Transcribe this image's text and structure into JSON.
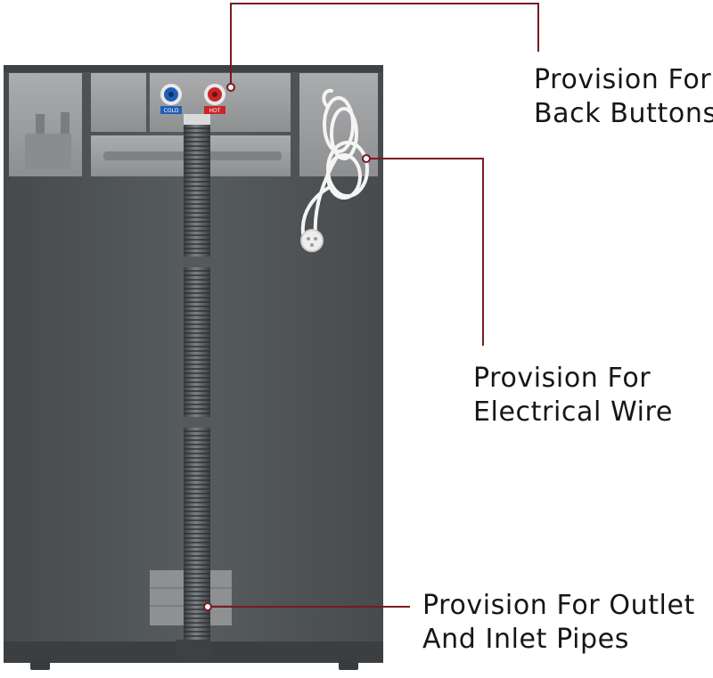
{
  "panel_labels": {
    "cold": "COLD",
    "hot": "HOT"
  },
  "callouts": {
    "back_buttons": {
      "line1": "Provision For",
      "line2": "Back Buttons"
    },
    "electrical_wire": {
      "line1": "Provision For",
      "line2": "Electrical Wire"
    },
    "pipes": {
      "line1": "Provision For Outlet",
      "line2": "And Inlet Pipes"
    }
  },
  "colors": {
    "leader_line": "#7a1a1f",
    "cabinet": "#53585a",
    "panel": "#9a9c9e",
    "cold_valve": "#1f5fb5",
    "hot_valve": "#c8262b"
  }
}
